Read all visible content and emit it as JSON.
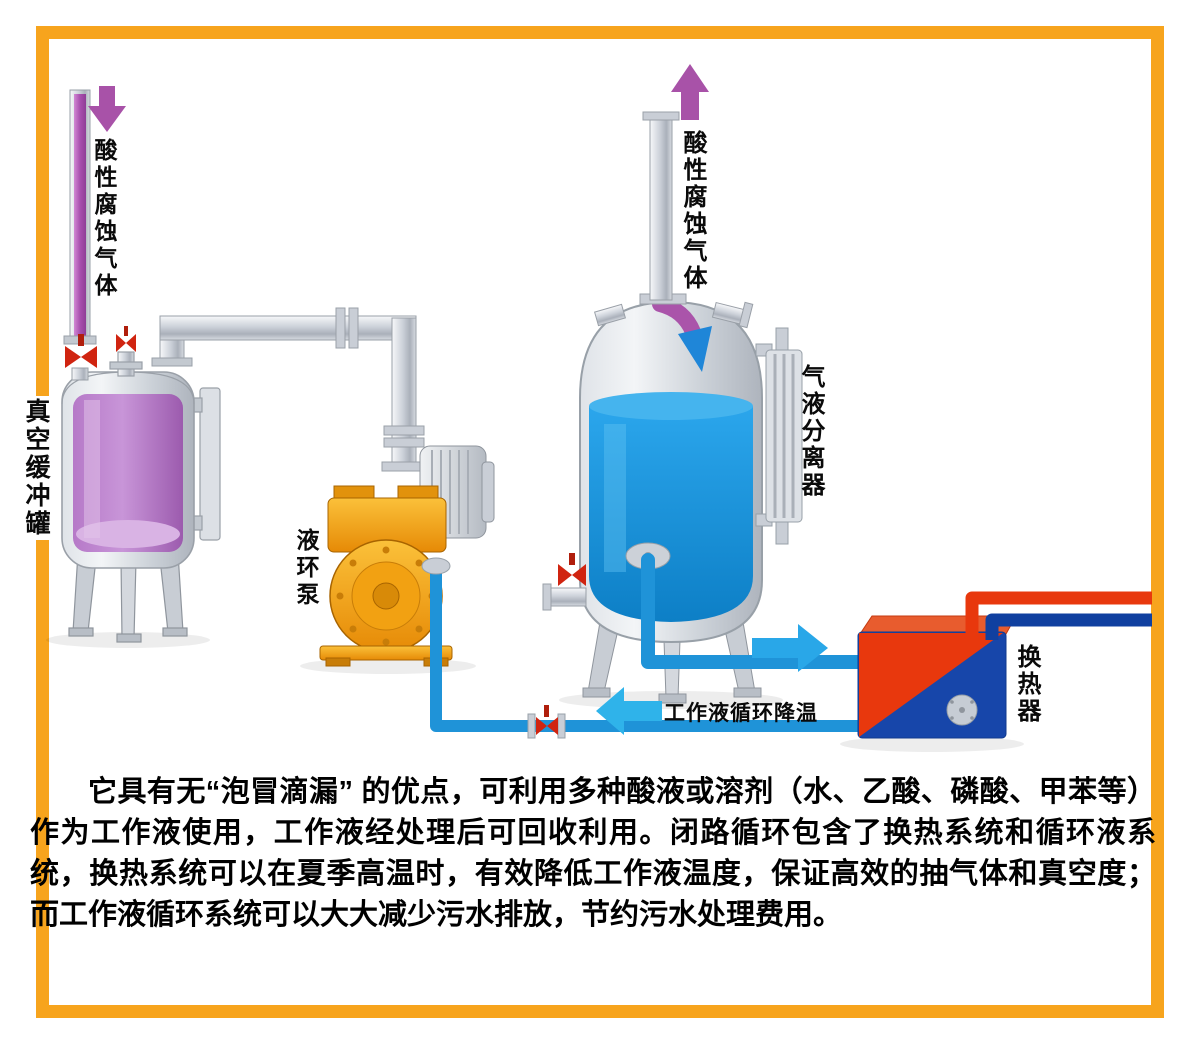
{
  "frame": {
    "border_color": "#F7A41D"
  },
  "diagram": {
    "labels": {
      "gas_left": "酸性腐蚀气体",
      "vacuum_tank": "真空缓冲罐",
      "pump": "液环泵",
      "gas_right": "酸性腐蚀气体",
      "separator": "气液分离器",
      "heat_exchanger": "换热器",
      "circulation": "工作液循环降温"
    },
    "colors": {
      "gas_purple": "#A852A8",
      "liquid_blue": "#1F93D8",
      "pump_orange": "#F2A112",
      "hot_red": "#E8380D",
      "cold_dark_blue": "#1746AA",
      "pipe_gray": "#C9CED6",
      "valve_red": "#D02410"
    }
  },
  "description": "它具有无“泡冒滴漏” 的优点，可利用多种酸液或溶剂（水、乙酸、磷酸、甲苯等）作为工作液使用，工作液经处理后可回收利用。闭路循环包含了换热系统和循环液系统，换热系统可以在夏季高温时，有效降低工作液温度，保证高效的抽气体和真空度；而工作液循环系统可以大大减少污水排放，节约污水处理费用。"
}
